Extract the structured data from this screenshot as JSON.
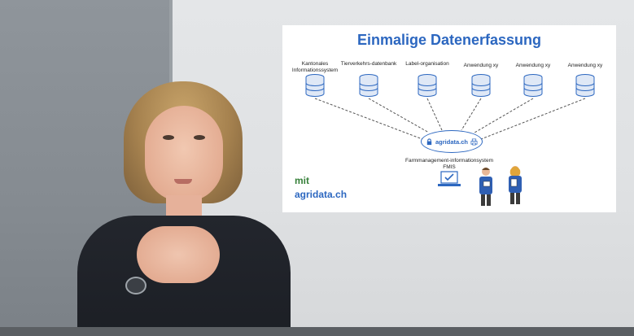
{
  "slide": {
    "title": "Einmalige Datenerfassung",
    "databases": [
      {
        "label": "Kantonales Informationssystem"
      },
      {
        "label": "Tierverkehrs-datenbank"
      },
      {
        "label": "Label-organisation"
      },
      {
        "label": "Anwendung xy"
      },
      {
        "label": "Anwendung xy"
      },
      {
        "label": "Anwendung xy"
      }
    ],
    "hub_label": "agridata.ch",
    "fmis_label": "Farmmanagement-informationsystem FMIS",
    "mit": "mit",
    "agridata": "agridata.ch"
  },
  "colors": {
    "title_blue": "#2c67c0",
    "mit_green": "#37803a",
    "wall_left": "#878d93",
    "wall_right": "#e0e2e4",
    "jacket": "#1f2228"
  },
  "icons": [
    "database-icon",
    "lock-icon",
    "printer-icon",
    "laptop-icon",
    "farmer-figure"
  ]
}
